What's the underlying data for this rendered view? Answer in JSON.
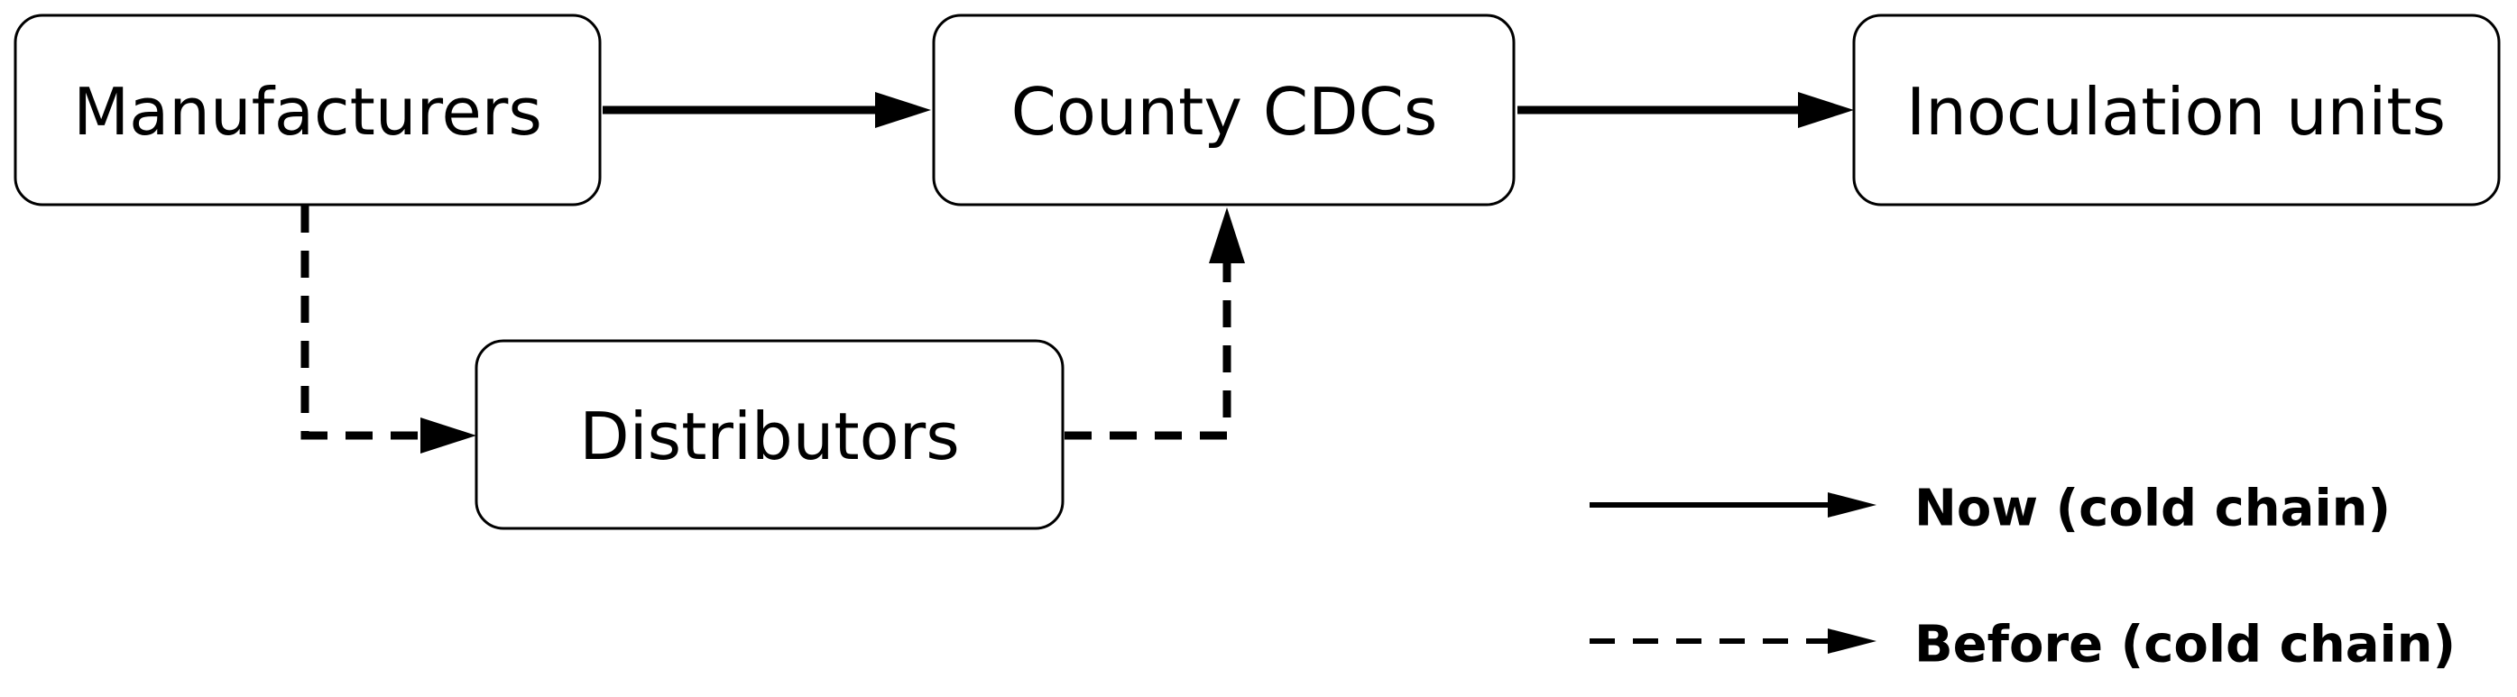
{
  "nodes": {
    "manufacturers": "Manufacturers",
    "county_cdcs": "County CDCs",
    "inoculation_units": "Inoculation units",
    "distributors": "Distributors"
  },
  "legend": {
    "now": "Now (cold chain)",
    "before": "Before (cold chain)"
  },
  "colors": {
    "stroke": "#000000",
    "box_fill": "#ffffff",
    "background": "#ffffff"
  }
}
